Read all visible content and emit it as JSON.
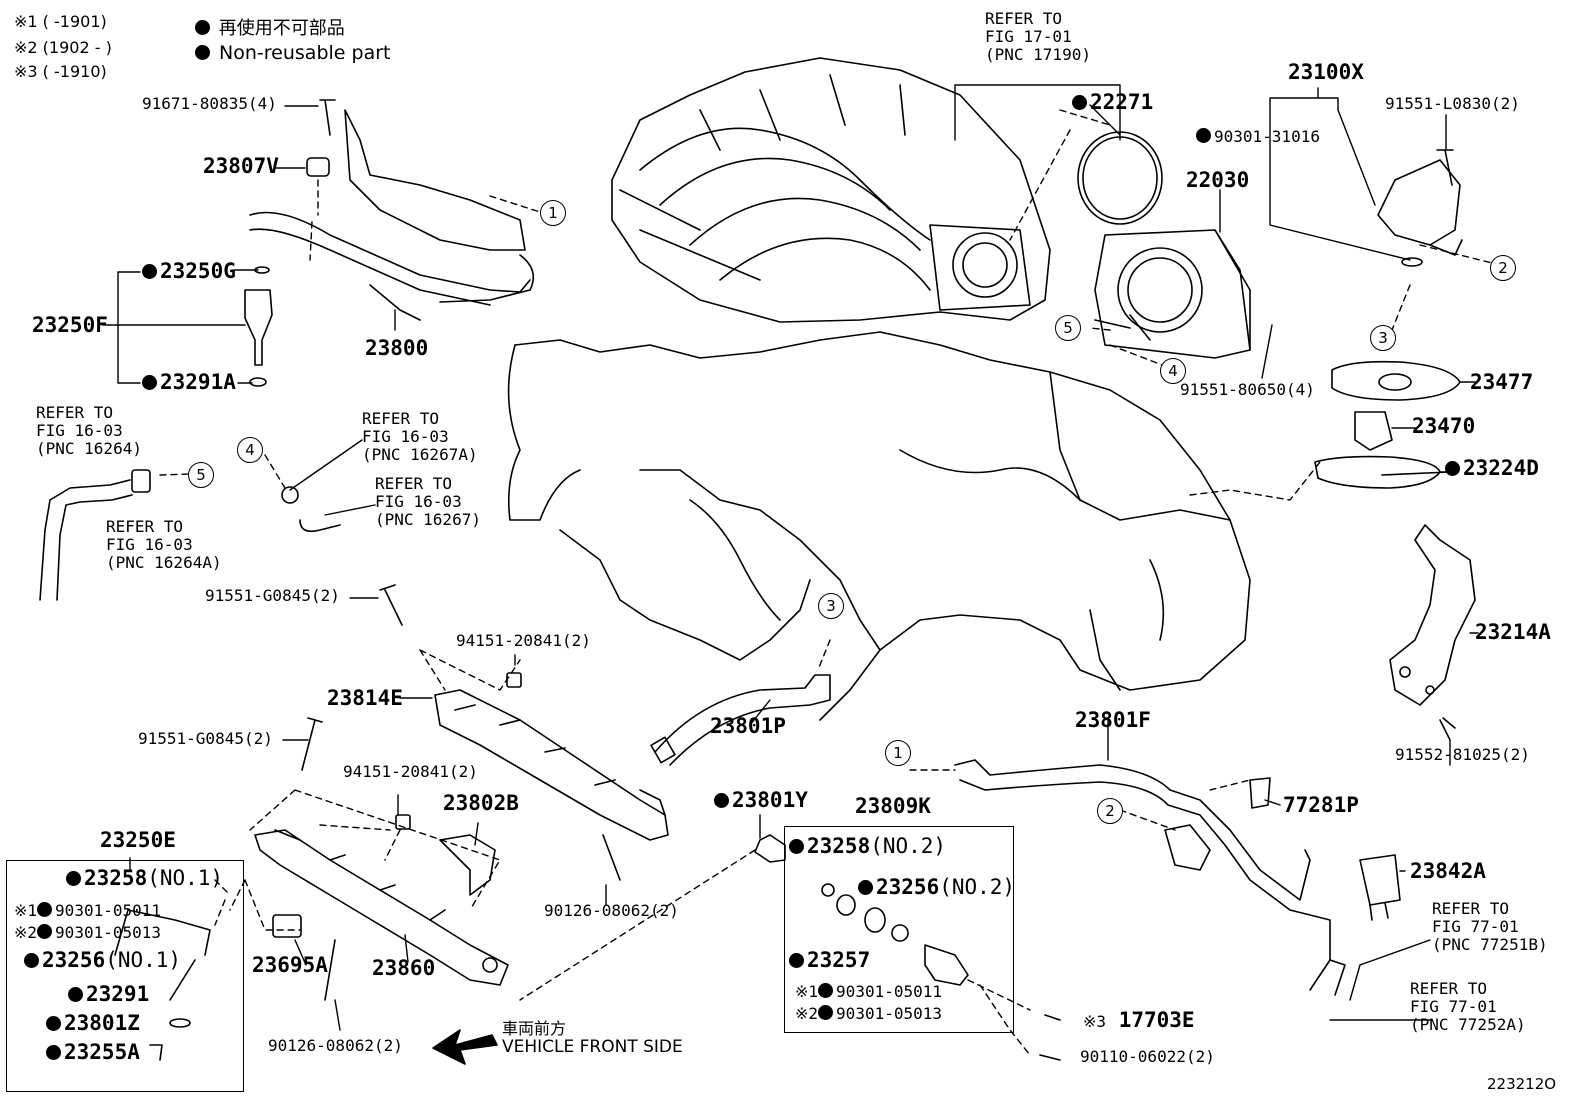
{
  "notes": {
    "n1": "※1 (      -1901)",
    "n2": "※2 (1902 -      )",
    "n3": "※3 (      -1910)",
    "reuse_jp": "再使用不可部品",
    "reuse_en": "Non-reusable part"
  },
  "parts": {
    "p91671": "91671-80835(4)",
    "p23807V": "23807V",
    "p23250G": "23250G",
    "p23250F": "23250F",
    "p23291A": "23291A",
    "p23800": "23800",
    "p22271": "22271",
    "p22030": "22030",
    "p90301_31016": "90301-31016",
    "p23100X": "23100X",
    "p91551_L0830": "91551-L0830(2)",
    "p91551_80650": "91551-80650(4)",
    "p23477": "23477",
    "p23470": "23470",
    "p23224D": "23224D",
    "p23214A": "23214A",
    "p91552_81025": "91552-81025(2)",
    "p91551_G0845a": "91551-G0845(2)",
    "p94151_a": "94151-20841(2)",
    "p23814E": "23814E",
    "p23801P": "23801P",
    "p23801F": "23801F",
    "p91551_G0845b": "91551-G0845(2)",
    "p94151_b": "94151-20841(2)",
    "p23802B": "23802B",
    "p23801Y": "23801Y",
    "p23809K": "23809K",
    "p77281P": "77281P",
    "p23842A": "23842A",
    "p23250E": "23250E",
    "p23258_no1": "23258",
    "no1": "(NO.1)",
    "p90301_05011a": "90301-05011",
    "p90301_05013a": "90301-05013",
    "p23256_no1": "23256",
    "p23291": "23291",
    "p23801Z": "23801Z",
    "p23255A": "23255A",
    "p23695A": "23695A",
    "p23860": "23860",
    "p90126_a": "90126-08062(2)",
    "p90126_b": "90126-08062(2)",
    "p23258_no2": "23258",
    "no2": "(NO.2)",
    "p23256_no2": "23256",
    "p23257": "23257",
    "p90301_05011b": "90301-05011",
    "p90301_05013b": "90301-05013",
    "p17703E": "17703E",
    "p90110": "90110-06022(2)",
    "ref1": "※1",
    "ref2": "※2",
    "ref3": "※3"
  },
  "refs": {
    "r17_01": "REFER TO\nFIG 17-01\n(PNC 17190)",
    "r16264": "REFER TO\nFIG 16-03\n(PNC 16264)",
    "r16264A": "REFER TO\nFIG 16-03\n(PNC 16264A)",
    "r16267A": "REFER TO\nFIG 16-03\n(PNC 16267A)",
    "r16267": "REFER TO\nFIG 16-03\n(PNC 16267)",
    "r77251B": "REFER TO\nFIG 77-01\n(PNC 77251B)",
    "r77252A": "REFER TO\nFIG 77-01\n(PNC 77252A)"
  },
  "circles": {
    "c1": "1",
    "c2": "2",
    "c3": "3",
    "c4": "4",
    "c5": "5"
  },
  "front": {
    "jp": "車両前方",
    "en": "VEHICLE FRONT SIDE"
  },
  "diagram_id": "223212O"
}
